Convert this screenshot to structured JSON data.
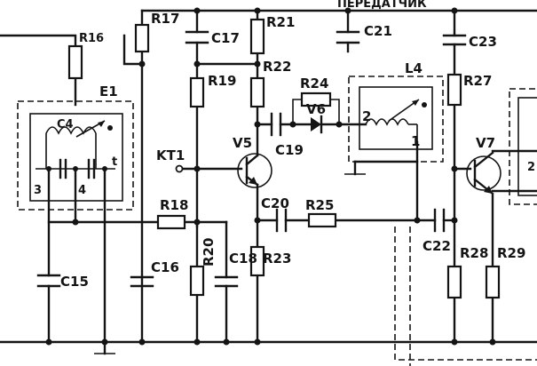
{
  "header_text": "ПЕРЕДАТЧИК",
  "labels": {
    "R16": "R16",
    "R17": "R17",
    "R18": "R18",
    "R19": "R19",
    "R20": "R20",
    "R21": "R21",
    "R22": "R22",
    "R23": "R23",
    "R24": "R24",
    "R25": "R25",
    "R27": "R27",
    "R28": "R28",
    "R29": "R29",
    "C15": "C15",
    "C16": "C16",
    "C17": "C17",
    "C18": "C18",
    "C19": "C19",
    "C20": "C20",
    "C21": "C21",
    "C22": "C22",
    "C23": "C23",
    "C4": "C4",
    "E1": "E1",
    "L4": "L4",
    "V5": "V5",
    "V6": "V6",
    "V7": "V7",
    "KT1": "KT1",
    "pin1": "1",
    "pin2": "2",
    "pin3": "3",
    "pin4": "4",
    "pint": "t",
    "pin2b": "2"
  }
}
